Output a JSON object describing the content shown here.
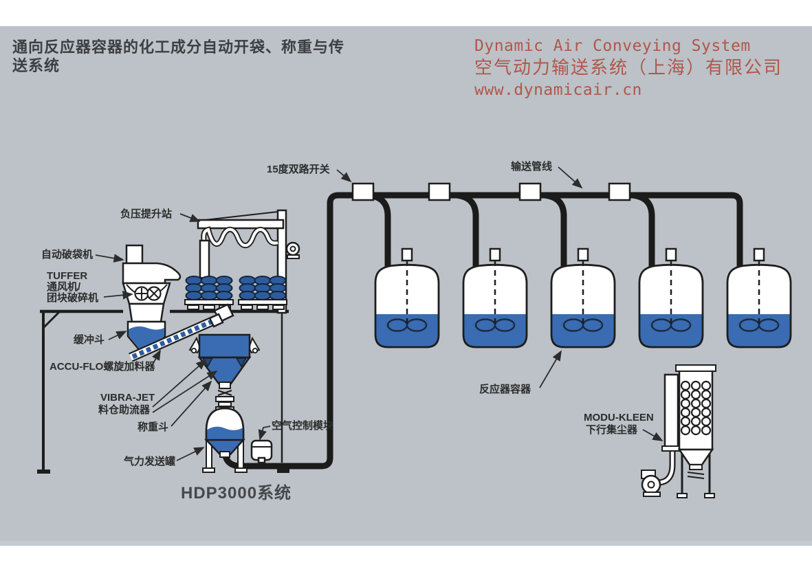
{
  "header": {
    "title_line1": "通向反应器容器的化工成分自动开袋、称重与传",
    "title_line2": "送系统",
    "company_en": "Dynamic Air Conveying System",
    "company_cn": "空气动力输送系统（上海）有限公司",
    "website": "www.dynamicair.cn",
    "accent_color": "#b2564b"
  },
  "diagram": {
    "labels": {
      "vacuum_lift": "负压提升站",
      "bag_opener": "自动破袋机",
      "tuffer_line1": "TUFFER",
      "tuffer_line2": "通风机/",
      "tuffer_line3": "团块破碎机",
      "buffer_hopper": "缓冲斗",
      "accuflo": "ACCU-FLO螺旋加料器",
      "vibrajet_line1": "VIBRA-JET",
      "vibrajet_line2": "料仓助流器",
      "weigh_hopper": "称重斗",
      "transporter": "气力发送罐",
      "air_module": "空气控制模块",
      "hdp_system": "HDP3000系统",
      "switch_15deg": "15度双路开关",
      "pipeline": "输送管线",
      "reactor": "反应器容器",
      "modukleen_line1": "MODU-KLEEN",
      "modukleen_line2": "下行集尘器"
    },
    "colors": {
      "panel_gray": "#bcc2c7",
      "liquid_blue": "#3a6cb3",
      "bag_blue": "#2d5c9e",
      "pipe_black": "#1b1b1b"
    },
    "counts": {
      "reactor_vessels": 5,
      "diverter_switches": 4
    }
  }
}
